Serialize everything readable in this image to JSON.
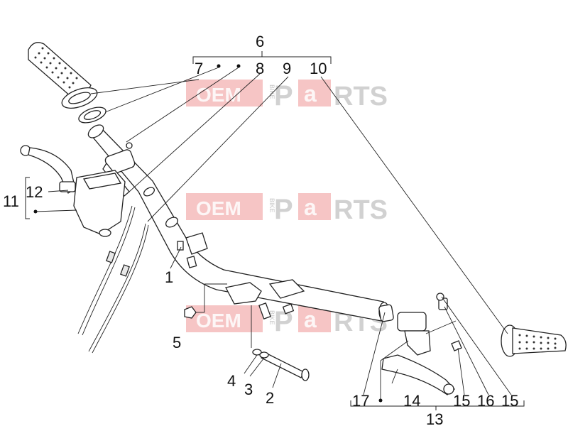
{
  "watermark": {
    "brand_left": "OEM",
    "brand_sub": "BIKE",
    "brand_p": "P",
    "brand_a": "a",
    "brand_rts": "RTS"
  },
  "callouts": {
    "n1": "1",
    "n2": "2",
    "n3": "3",
    "n4": "4",
    "n5": "5",
    "n6": "6",
    "n7": "7",
    "n8": "8",
    "n9": "9",
    "n10": "10",
    "n11": "11",
    "n12": "12",
    "n13": "13",
    "n14": "14",
    "n15a": "15",
    "n15b": "15",
    "n16": "16",
    "n17": "17"
  }
}
